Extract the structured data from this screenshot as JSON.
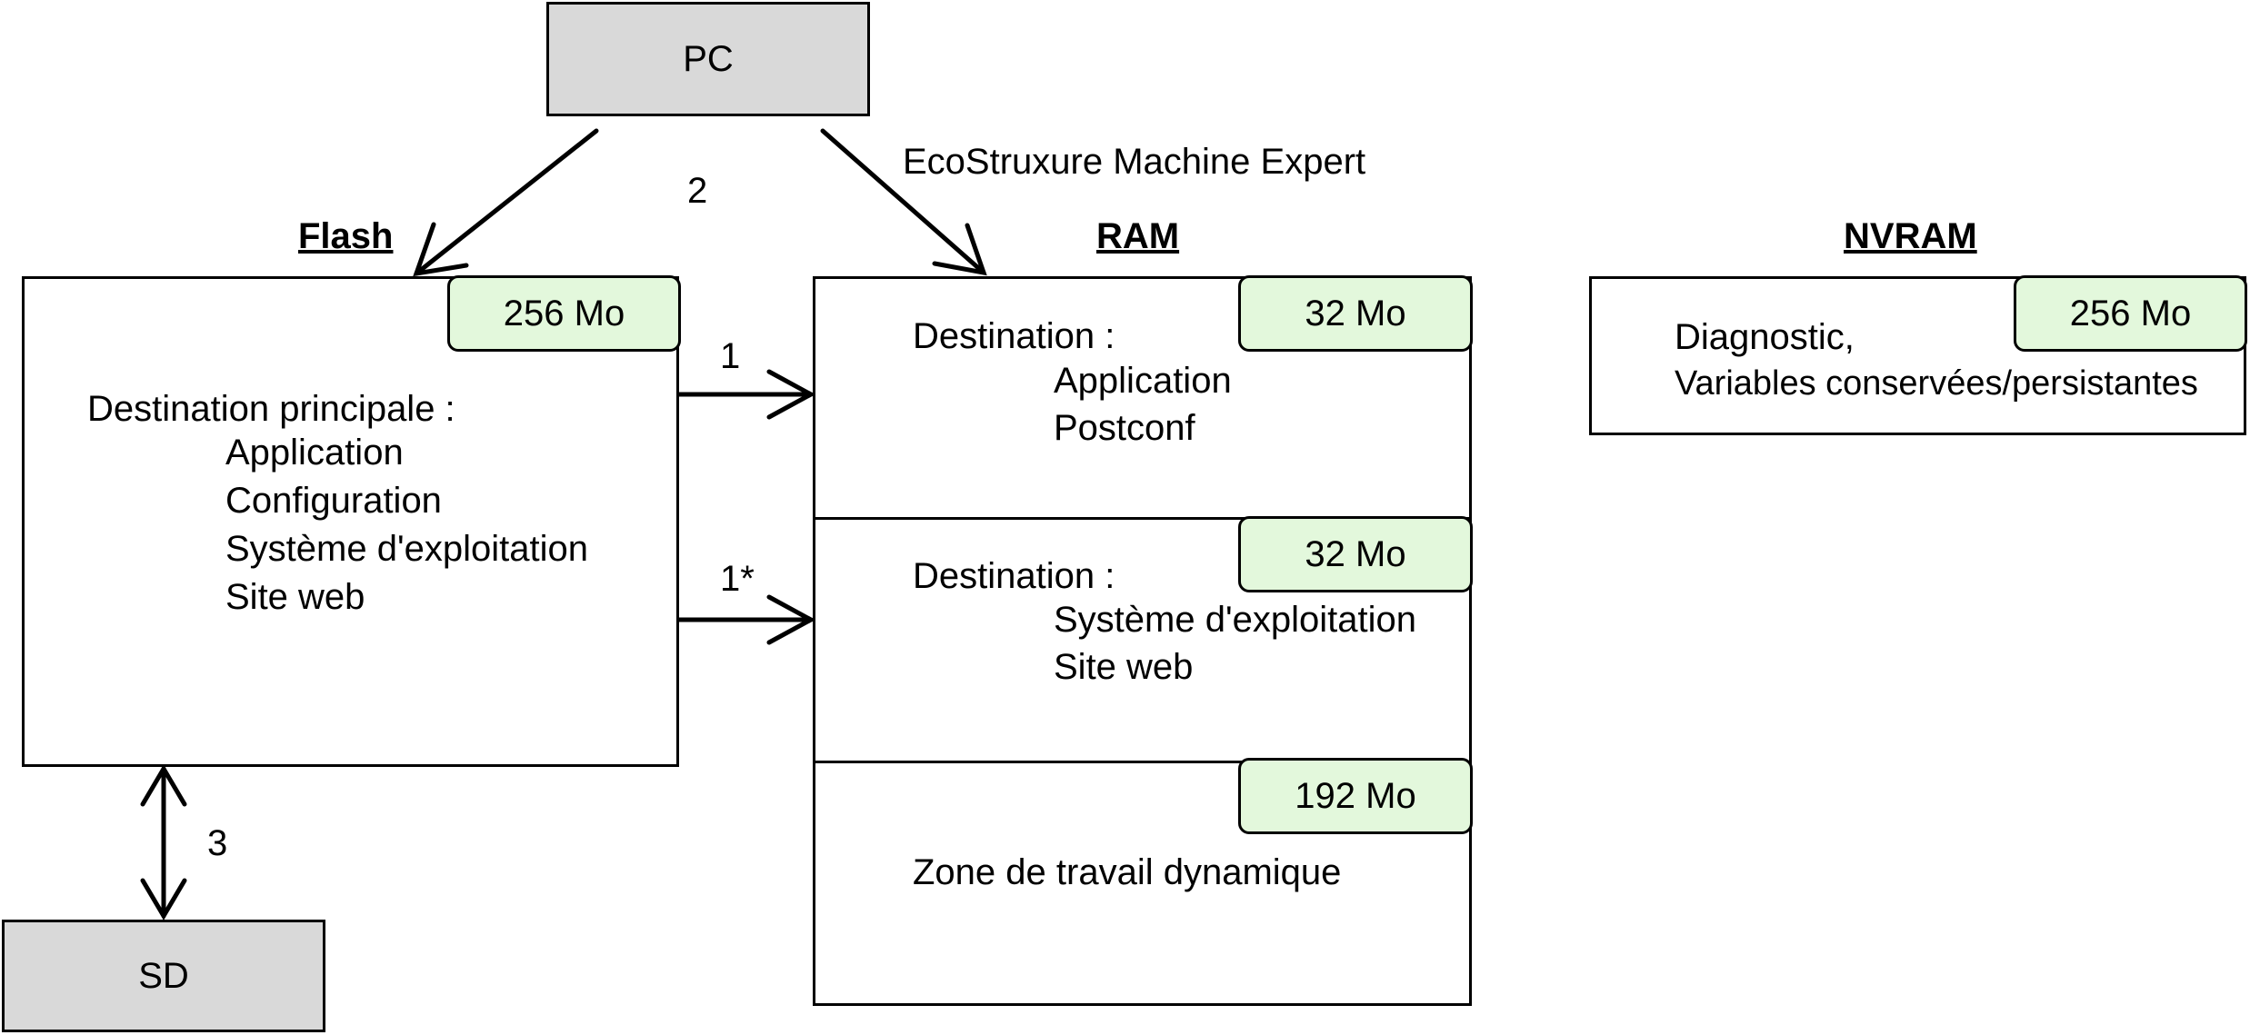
{
  "pc": {
    "label": "PC"
  },
  "sd": {
    "label": "SD"
  },
  "software_label": "EcoStruxure Machine Expert",
  "arrows": {
    "a1": "1",
    "a1_star": "1*",
    "a2": "2",
    "a3": "3"
  },
  "flash": {
    "title": "Flash",
    "size": "256 Mo",
    "heading": "Destination principale :",
    "items": [
      "Application",
      "Configuration",
      "Système d'exploitation",
      "Site web"
    ]
  },
  "ram": {
    "title": "RAM",
    "sections": [
      {
        "size": "32 Mo",
        "heading": "Destination :",
        "items": [
          "Application",
          "Postconf"
        ]
      },
      {
        "size": "32 Mo",
        "heading": "Destination :",
        "items": [
          "Système d'exploitation",
          "Site web"
        ]
      },
      {
        "size": "192 Mo",
        "heading": "Zone de travail dynamique"
      }
    ]
  },
  "nvram": {
    "title": "NVRAM",
    "size": "256 Mo",
    "lines": [
      "Diagnostic,",
      "Variables conservées/persistantes"
    ]
  }
}
